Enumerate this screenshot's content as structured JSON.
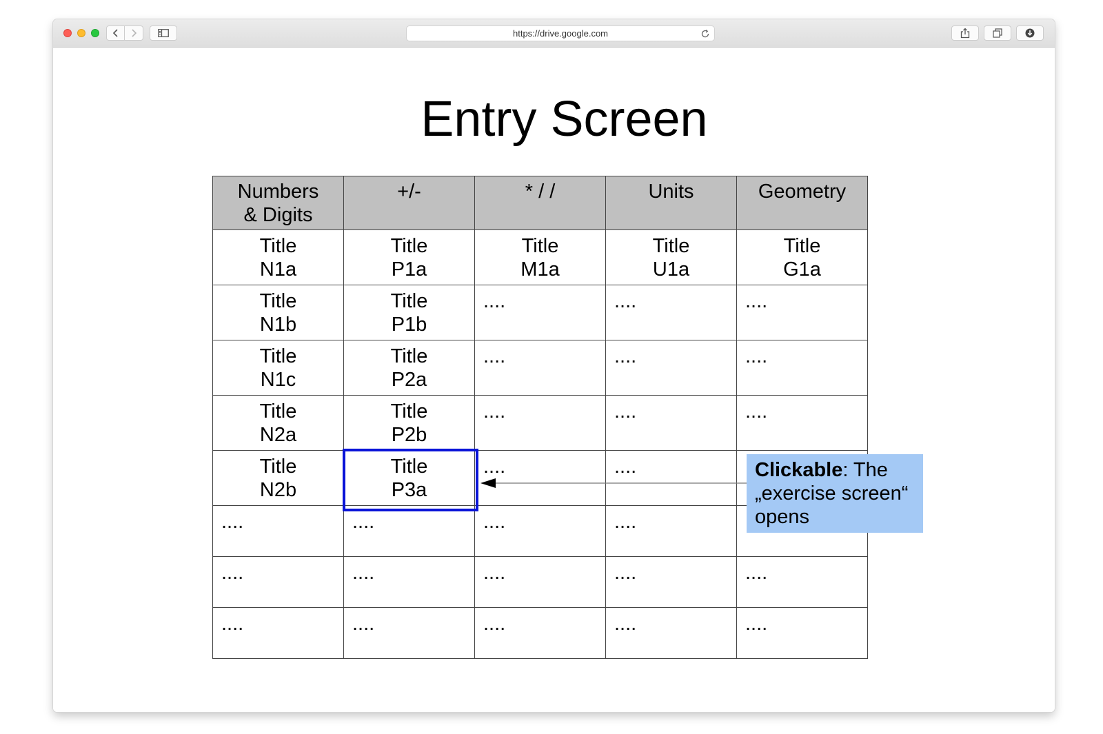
{
  "browser": {
    "url": "https://drive.google.com"
  },
  "page": {
    "title": "Entry Screen"
  },
  "table": {
    "headers": [
      {
        "line1": "Numbers",
        "line2": "& Digits"
      },
      {
        "line1": "+/-",
        "line2": ""
      },
      {
        "line1": "* / /",
        "line2": ""
      },
      {
        "line1": "Units",
        "line2": ""
      },
      {
        "line1": "Geometry",
        "line2": ""
      }
    ],
    "rows": [
      [
        {
          "line1": "Title",
          "line2": "N1a"
        },
        {
          "line1": "Title",
          "line2": "P1a"
        },
        {
          "line1": "Title",
          "line2": "M1a"
        },
        {
          "line1": "Title",
          "line2": "U1a"
        },
        {
          "line1": "Title",
          "line2": "G1a"
        }
      ],
      [
        {
          "line1": "Title",
          "line2": "N1b"
        },
        {
          "line1": "Title",
          "line2": "P1b"
        },
        {
          "line1": "....",
          "line2": ""
        },
        {
          "line1": "....",
          "line2": ""
        },
        {
          "line1": "....",
          "line2": ""
        }
      ],
      [
        {
          "line1": "Title",
          "line2": "N1c"
        },
        {
          "line1": "Title",
          "line2": "P2a"
        },
        {
          "line1": "....",
          "line2": ""
        },
        {
          "line1": "....",
          "line2": ""
        },
        {
          "line1": "....",
          "line2": ""
        }
      ],
      [
        {
          "line1": "Title",
          "line2": "N2a"
        },
        {
          "line1": "Title",
          "line2": "P2b"
        },
        {
          "line1": "....",
          "line2": ""
        },
        {
          "line1": "....",
          "line2": ""
        },
        {
          "line1": "....",
          "line2": ""
        }
      ],
      [
        {
          "line1": "Title",
          "line2": "N2b"
        },
        {
          "line1": "Title",
          "line2": "P3a"
        },
        {
          "line1": "....",
          "line2": ""
        },
        {
          "line1": "....",
          "line2": ""
        },
        {
          "line1": "....",
          "line2": ""
        }
      ],
      [
        {
          "line1": "....",
          "line2": ""
        },
        {
          "line1": "....",
          "line2": ""
        },
        {
          "line1": "....",
          "line2": ""
        },
        {
          "line1": "....",
          "line2": ""
        },
        {
          "line1": "....",
          "line2": ""
        }
      ],
      [
        {
          "line1": "....",
          "line2": ""
        },
        {
          "line1": "....",
          "line2": ""
        },
        {
          "line1": "....",
          "line2": ""
        },
        {
          "line1": "....",
          "line2": ""
        },
        {
          "line1": "....",
          "line2": ""
        }
      ],
      [
        {
          "line1": "....",
          "line2": ""
        },
        {
          "line1": "....",
          "line2": ""
        },
        {
          "line1": "....",
          "line2": ""
        },
        {
          "line1": "....",
          "line2": ""
        },
        {
          "line1": "....",
          "line2": ""
        }
      ]
    ]
  },
  "callout": {
    "bold": "Clickable",
    "rest_line1": ": The",
    "line2": "„exercise screen“",
    "line3": "opens"
  },
  "colors": {
    "header_bg": "#c0c0c0",
    "highlight": "#0a14d8",
    "callout_bg": "#a4c9f5"
  }
}
